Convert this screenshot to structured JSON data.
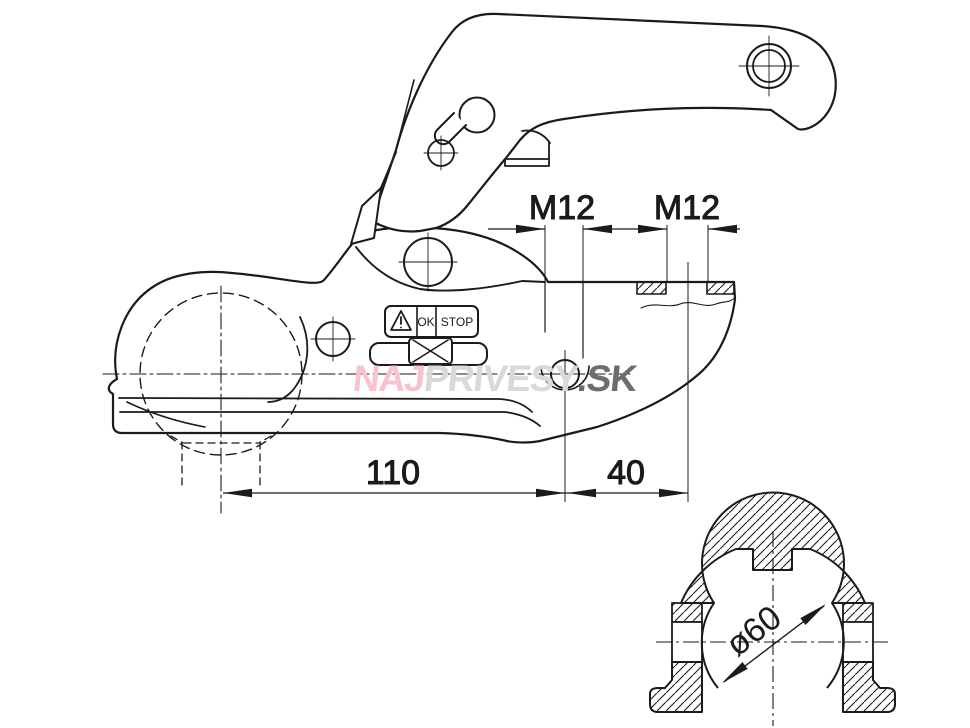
{
  "drawing": {
    "type": "technical-drawing-trailer-ball-coupling",
    "dimensions": {
      "m12_left": "M12",
      "m12_right": "M12",
      "length_110": "110",
      "length_40": "40",
      "bore_diameter": "ø60"
    },
    "warning_label": {
      "ok": "OK",
      "stop": "STOP"
    },
    "watermark": {
      "part1": "NAJ",
      "part2": "PRIVESY",
      "part3": ".SK",
      "part1_color": "#f7c3cd",
      "part2_color": "#d9d9d9",
      "part3_color": "#6d6d6d"
    },
    "colors": {
      "line": "#1b1b1b",
      "background": "#ffffff"
    }
  }
}
